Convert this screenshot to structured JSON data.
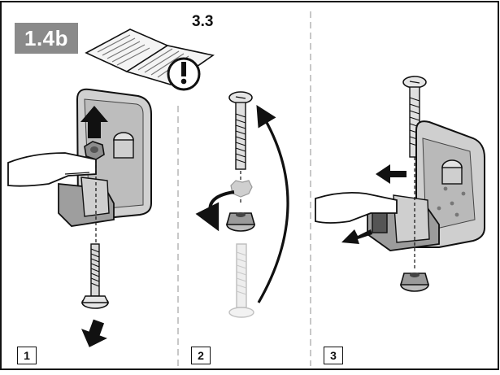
{
  "section_badge": "1.4b",
  "manual_reference": "3.3",
  "steps": [
    {
      "number": "1"
    },
    {
      "number": "2"
    },
    {
      "number": "3"
    }
  ],
  "colors": {
    "badge_bg": "#8a8a8a",
    "line": "#111111",
    "part_fill": "#d2d2d2",
    "part_dark": "#6f6f6f",
    "dashed_divider": "#b5b5b5"
  },
  "icons": [
    "manual-book-icon",
    "warning-exclamation-icon",
    "arrow-up-icon",
    "arrow-down-icon",
    "curved-arrow-icon",
    "rotate-arrow-icon",
    "arrow-left-icon"
  ]
}
